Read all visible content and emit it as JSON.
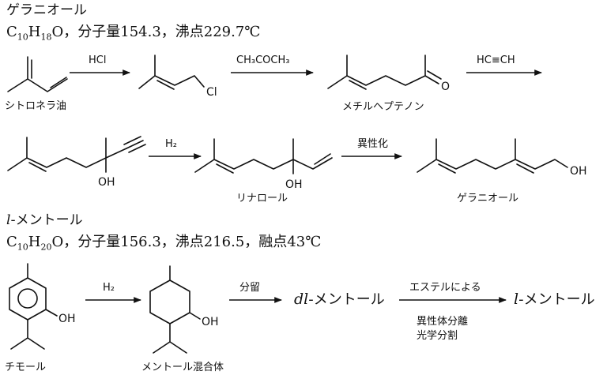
{
  "geraniol": {
    "title": "ゲラニオール",
    "formula": {
      "c": "C",
      "c_n": "10",
      "h": "H",
      "h_n": "18",
      "o": "O",
      "rest": "，分子量154.3，沸点229.7℃"
    },
    "step1_reagent": "HCl",
    "step2_reagent": "CH₃COCH₃",
    "step3_reagent": "HC≡CH",
    "step4_reagent": "H₂",
    "step5_reagent": "異性化",
    "label_citronella": "シトロネラ油",
    "label_methylheptenone": "メチルヘプテノン",
    "label_linalool": "リナロール",
    "label_geraniol": "ゲラニオール",
    "atom_cl": "Cl",
    "atom_o": "O",
    "atom_oh": "OH"
  },
  "menthol": {
    "title_prefix": "l",
    "title_rest": "-メントール",
    "formula": {
      "c": "C",
      "c_n": "10",
      "h": "H",
      "h_n": "20",
      "o": "O",
      "rest": "，分子量156.3，沸点216.5，融点43℃"
    },
    "step1_reagent": "H₂",
    "step2_reagent": "分留",
    "dl_prefix": "dl",
    "dl_rest": "-メントール",
    "ester_reagent": "エステルによる",
    "separation_line1": "異性体分離",
    "separation_line2": "光学分割",
    "l_prefix": "l",
    "l_rest": "-メントール",
    "label_thymol": "チモール",
    "label_mixture": "メントール混合体",
    "atom_oh": "OH"
  }
}
